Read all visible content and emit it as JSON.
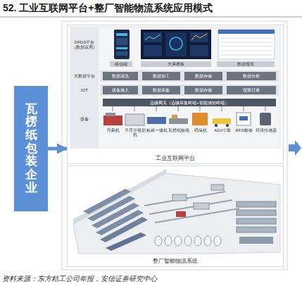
{
  "diagram": {
    "title": "52. 工业互联网平台+整厂智能物流系统应用模式",
    "caption": "资料来源：东方精工公司年报，安信证券研究中心",
    "nodes": [
      {
        "text": [
          "瓦楞纸包装企业"
        ]
      },
      {
        "text": [
          "工业互联网平台"
        ]
      },
      {
        "text": [
          "数据清洗"
        ],
        "in": 1
      },
      {
        "text": [
          "数据加工"
        ],
        "in": 1
      },
      {
        "text": [
          "数据存储"
        ],
        "in": 1
      },
      {
        "text": [
          "数据分析"
        ],
        "in": 1
      },
      {
        "text": [
          "设备接入"
        ],
        "in": 1
      },
      {
        "text": [
          "数据采集"
        ],
        "in": 1
      },
      {
        "text": [
          "数据存储"
        ],
        "in": 1
      },
      {
        "text": [
          "报警订单"
        ],
        "in": 1
      },
      {
        "text": [
          "边缘网关（边缘采集终端+智能感知终端）"
        ],
        "in": 1
      },
      {
        "text": [
          "整厂智能物流系统"
        ]
      }
    ],
    "edges": [
      {
        "from": 0,
        "to": 1,
        "arrow": "to"
      }
    ],
    "labels": [
      "DFDS平台（数据应用）",
      "移动端",
      "大屏看板",
      "数据报表",
      "大数据平台",
      "IOT",
      "设备",
      "印刷机",
      "平压平模切机",
      "粘箱一体机",
      "瓦楞纸板线",
      "码垛机",
      "AGV小车",
      "RFID标签",
      "环境传感器"
    ]
  }
}
